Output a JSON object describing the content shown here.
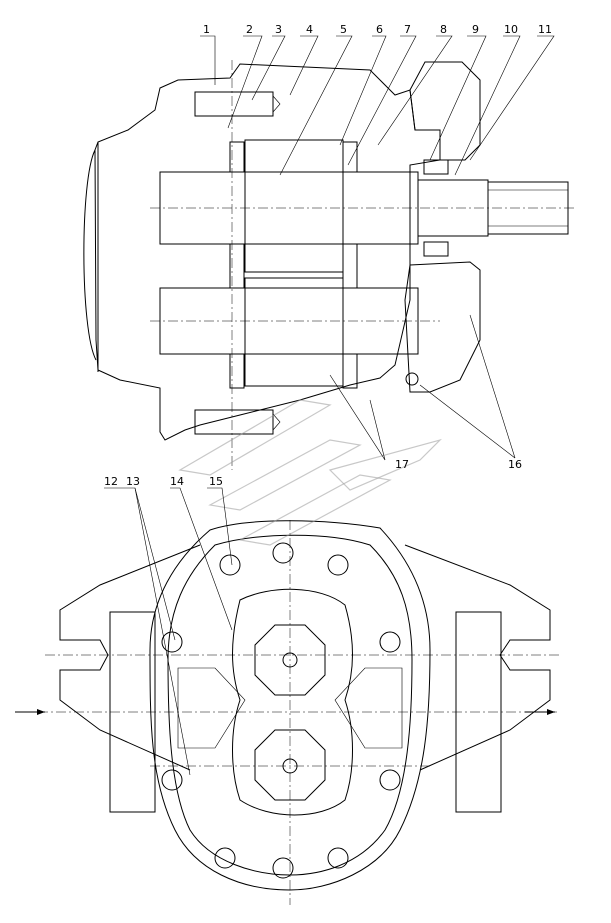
{
  "leader_labels": [
    {
      "id": "label-1",
      "text": "1"
    },
    {
      "id": "label-2",
      "text": "2"
    },
    {
      "id": "label-3",
      "text": "3"
    },
    {
      "id": "label-4",
      "text": "4"
    },
    {
      "id": "label-5",
      "text": "5"
    },
    {
      "id": "label-6",
      "text": "6"
    },
    {
      "id": "label-7",
      "text": "7"
    },
    {
      "id": "label-8",
      "text": "8"
    },
    {
      "id": "label-9",
      "text": "9"
    },
    {
      "id": "label-10",
      "text": "10"
    },
    {
      "id": "label-11",
      "text": "11"
    },
    {
      "id": "label-12",
      "text": "12"
    },
    {
      "id": "label-13",
      "text": "13"
    },
    {
      "id": "label-14",
      "text": "14"
    },
    {
      "id": "label-15",
      "text": "15"
    },
    {
      "id": "label-16",
      "text": "16"
    },
    {
      "id": "label-17",
      "text": "17"
    }
  ],
  "views": {
    "top": "section-view",
    "bottom": "end-view"
  }
}
